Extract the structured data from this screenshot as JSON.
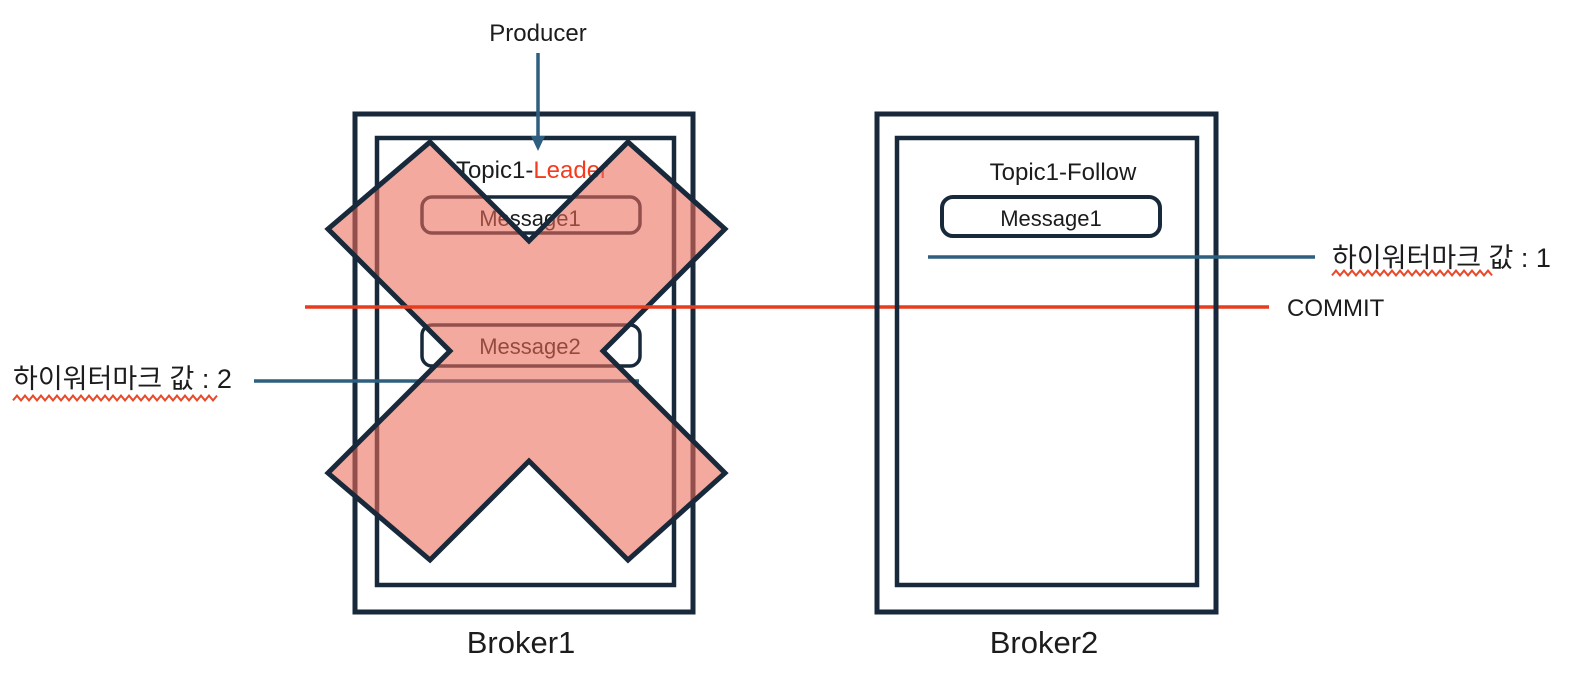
{
  "diagram": {
    "producer_label": "Producer",
    "commit_label": "COMMIT",
    "broker1": {
      "name": "Broker1",
      "topic_prefix": "Topic1-",
      "topic_role": "Leader",
      "messages": [
        "Message1",
        "Message2"
      ],
      "high_watermark_label": "하이워터마크 값 : 2"
    },
    "broker2": {
      "name": "Broker2",
      "topic_label": "Topic1-Follow",
      "messages": [
        "Message1"
      ],
      "high_watermark_label": "하이워터마크 값 : 1"
    },
    "colors": {
      "outline_navy": "#17293a",
      "steel_blue": "#2e5f7e",
      "commit_red": "#e73c1e",
      "leader_red": "#f43b1d",
      "x_fill_salmon": "#ec6a5a",
      "squiggle_red": "#e8492a"
    }
  }
}
